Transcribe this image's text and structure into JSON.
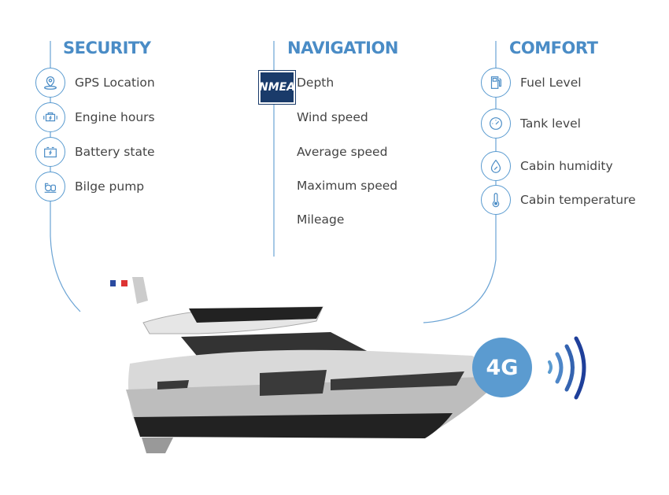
{
  "security": {
    "title": "SECURITY",
    "items": [
      {
        "label": "GPS Location",
        "icon": "gps-location-icon"
      },
      {
        "label": "Engine hours",
        "icon": "engine-icon"
      },
      {
        "label": "Battery state",
        "icon": "battery-icon"
      },
      {
        "label": "Bilge pump",
        "icon": "pump-icon"
      }
    ]
  },
  "navigation": {
    "title": "NAVIGATION",
    "logo": "NMEA",
    "items": [
      {
        "label": "Depth"
      },
      {
        "label": "Wind speed"
      },
      {
        "label": "Average speed"
      },
      {
        "label": "Maximum speed"
      },
      {
        "label": "Mileage"
      }
    ]
  },
  "comfort": {
    "title": "COMFORT",
    "items": [
      {
        "label": "Fuel Level",
        "icon": "fuel-icon"
      },
      {
        "label": "Tank level",
        "icon": "gauge-icon"
      },
      {
        "label": "Cabin humidity",
        "icon": "humidity-icon"
      },
      {
        "label": "Cabin temperature",
        "icon": "thermometer-icon"
      }
    ]
  },
  "connectivity": {
    "label": "4G"
  },
  "colors": {
    "accent": "#4a8cc6",
    "signal": "#1f3f9a"
  }
}
